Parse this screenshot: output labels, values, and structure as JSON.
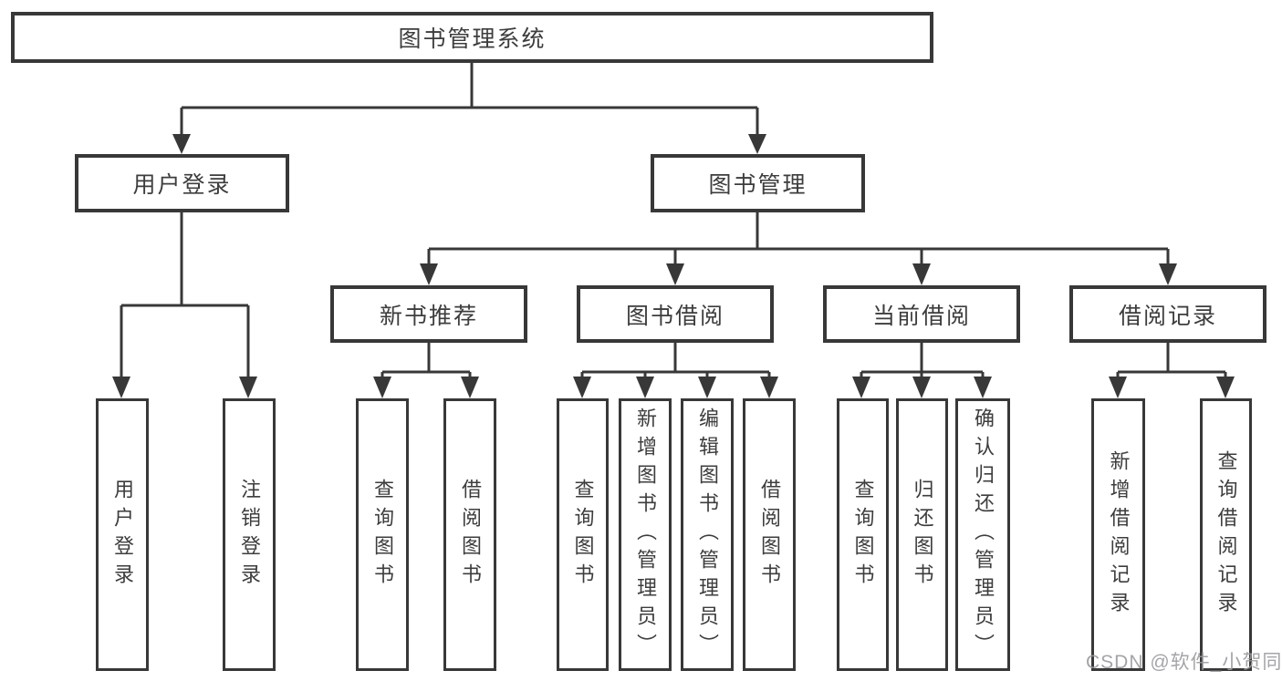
{
  "diagram": {
    "root": {
      "label": "图书管理系统"
    },
    "level2": [
      {
        "label": "用户登录"
      },
      {
        "label": "图书管理"
      }
    ],
    "level3": [
      {
        "label": "新书推荐"
      },
      {
        "label": "图书借阅"
      },
      {
        "label": "当前借阅"
      },
      {
        "label": "借阅记录"
      }
    ],
    "leaves": {
      "user_login": [
        "用户登录",
        "注销登录"
      ],
      "new_book": [
        "查询图书",
        "借阅图书"
      ],
      "book_borrow": [
        "查询图书",
        "新增图书（管理员）",
        "编辑图书（管理员）",
        "借阅图书"
      ],
      "current_borrow": [
        "查询图书",
        "归还图书",
        "确认归还（管理员）"
      ],
      "borrow_record": [
        "新增借阅记录",
        "查询借阅记录"
      ]
    }
  },
  "watermark": {
    "text": "CSDN @软件_小贺同学"
  },
  "colors": {
    "line": "#383838",
    "text": "#3d3d3d",
    "watermark": "#9b9ba0",
    "background": "#ffffff"
  }
}
